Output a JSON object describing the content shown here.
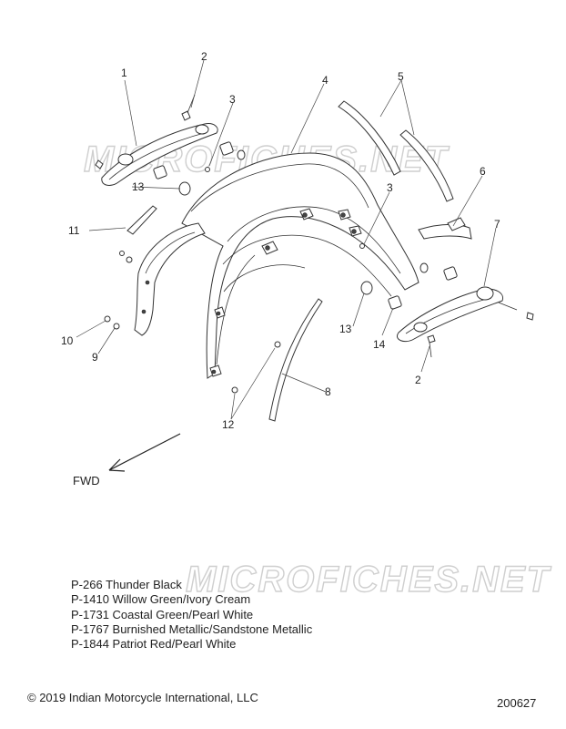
{
  "callouts": {
    "c1": "1",
    "c2a": "2",
    "c2b": "2",
    "c3a": "3",
    "c3b": "3",
    "c4": "4",
    "c5": "5",
    "c6": "6",
    "c7": "7",
    "c8": "8",
    "c9": "9",
    "c10": "10",
    "c11": "11",
    "c12": "12",
    "c13a": "13",
    "c13b": "13",
    "c14": "14"
  },
  "direction_label": "FWD",
  "watermark": "MICROFICHES.NET",
  "paint_codes": [
    "P-266 Thunder Black",
    "P-1410 Willow Green/Ivory Cream",
    "P-1731 Coastal Green/Pearl White",
    "P-1767 Burnished Metallic/Sandstone Metallic",
    "P-1844 Patriot Red/Pearl White"
  ],
  "copyright": "© 2019 Indian Motorcycle International, LLC",
  "diagram_id": "200627"
}
